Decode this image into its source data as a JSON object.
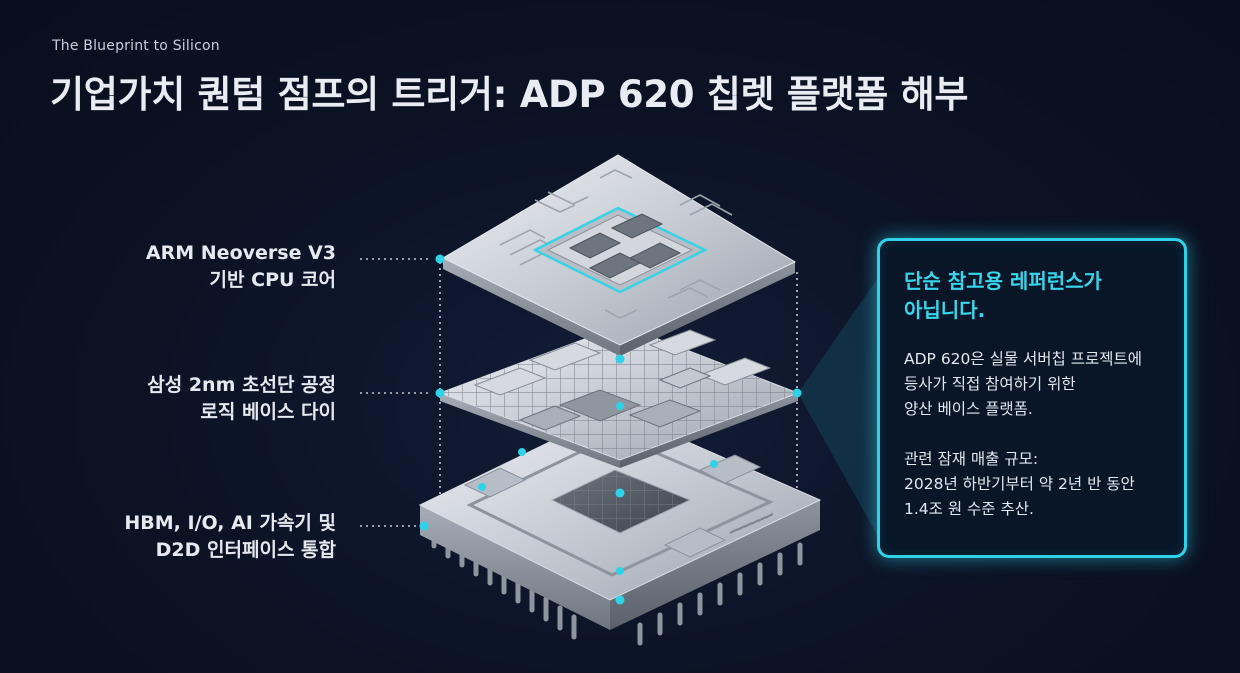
{
  "header": {
    "eyebrow": "The Blueprint to Silicon",
    "title": "기업가치 퀀텀 점프의 트리거: ADP 620 칩렛 플랫폼 해부"
  },
  "layers": [
    {
      "line1": "ARM Neoverse V3",
      "line2": "기반 CPU 코어"
    },
    {
      "line1": "삼성 2nm 초선단 공정",
      "line2": "로직 베이스 다이"
    },
    {
      "line1": "HBM, I/O, AI 가속기 및",
      "line2": "D2D 인터페이스 통합"
    }
  ],
  "callout": {
    "heading_line1": "단순 참고용 레퍼런스가",
    "heading_line2": "아닙니다.",
    "body_line1": "ADP 620은 실물 서버칩 프로젝트에",
    "body_line2": "등사가 직접 참여하기 위한",
    "body_line3": "양산 베이스 플랫폼.",
    "body_line4": "관련 잠재 매출 규모:",
    "body_line5": "2028년 하반기부터 약 2년 반 동안",
    "body_line6": "1.4조 원 수준 추산."
  },
  "colors": {
    "background": "#0b1224",
    "accent": "#2fd3e8",
    "text": "#e6eaf0",
    "chip_silver": "#c9ced6"
  }
}
